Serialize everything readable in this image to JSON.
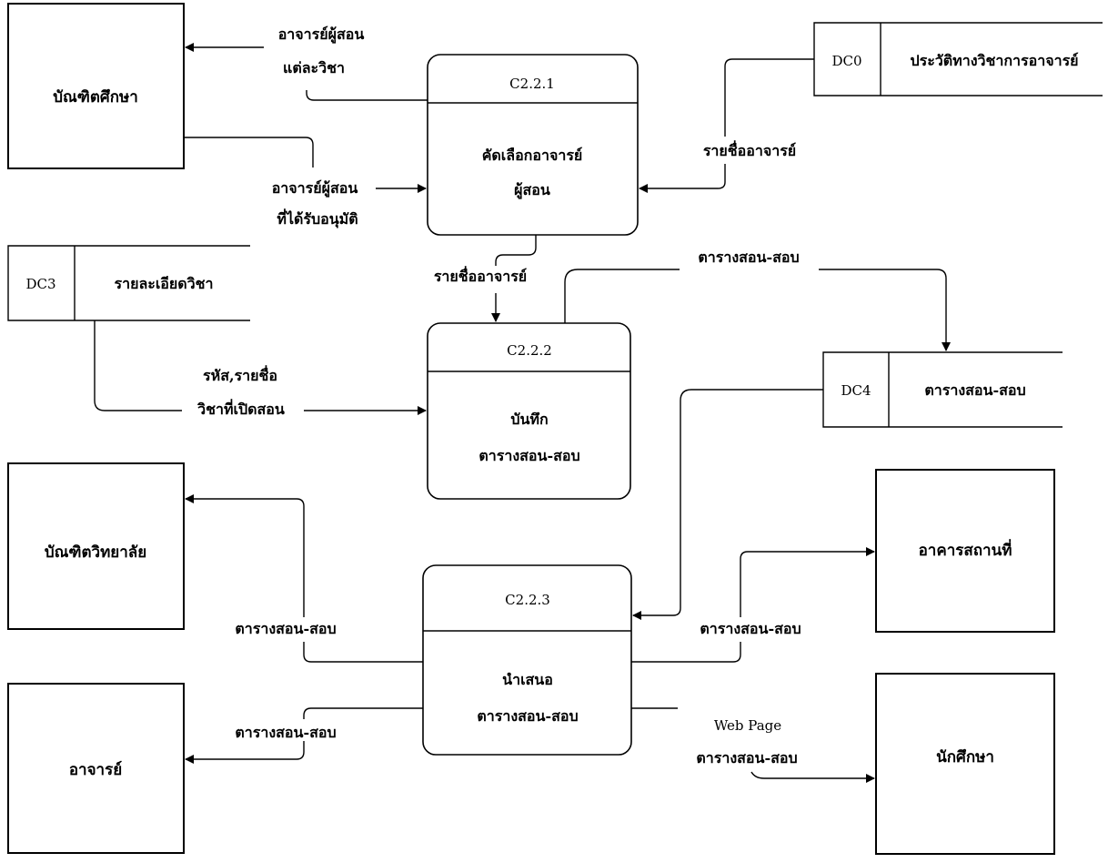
{
  "external_entities": {
    "graduate_studies": "บัณฑิตศึกษา",
    "graduate_school": "บัณฑิตวิทยาลัย",
    "teacher": "อาจารย์",
    "building": "อาคารสถานที่",
    "student": "นักศึกษา"
  },
  "processes": {
    "p221": {
      "id": "C2.2.1",
      "line1": "คัดเลือกอาจารย์",
      "line2": "ผู้สอน"
    },
    "p222": {
      "id": "C2.2.2",
      "line1": "บันทึก",
      "line2": "ตารางสอน-สอบ"
    },
    "p223": {
      "id": "C2.2.3",
      "line1": "นำเสนอ",
      "line2": "ตารางสอน-สอบ"
    }
  },
  "data_stores": {
    "dc0": {
      "id": "DC0",
      "name": "ประวัติทางวิชาการอาจารย์"
    },
    "dc3": {
      "id": "DC3",
      "name": "รายละเอียดวิชา"
    },
    "dc4": {
      "id": "DC4",
      "name": "ตารางสอน-สอบ"
    }
  },
  "flows": {
    "teachers_per_subject_l1": "อาจารย์ผู้สอน",
    "teachers_per_subject_l2": "แต่ละวิชา",
    "approved_teachers_l1": "อาจารย์ผู้สอน",
    "approved_teachers_l2": "ที่ได้รับอนุมัติ",
    "teacher_names_dc0": "รายชื่ออาจารย์",
    "teacher_names_221_222": "รายชื่ออาจารย์",
    "schedule_222_dc4": "ตารางสอน-สอบ",
    "subject_l1": "รหัส,รายชื่อ",
    "subject_l2": "วิชาที่เปิดสอน",
    "schedule_to_gradschool": "ตารางสอน-สอบ",
    "schedule_to_building": "ตารางสอน-สอบ",
    "schedule_to_teacher": "ตารางสอน-สอบ",
    "webpage_l1": "Web Page",
    "webpage_l2": "ตารางสอน-สอบ"
  }
}
